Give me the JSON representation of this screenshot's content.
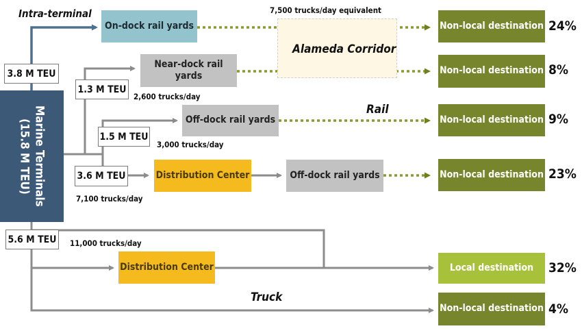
{
  "origin": {
    "label": "Marine Terminals\n(15.8 M TEU)"
  },
  "flows": {
    "intra_terminal": "Intra-terminal",
    "teu_1": "3.8 M TEU",
    "teu_2": "1.3 M TEU",
    "teu_3": "1.5 M TEU",
    "teu_4": "3.6 M TEU",
    "teu_5": "5.6 M TEU"
  },
  "nodes": {
    "on_dock": "On-dock rail yards",
    "near_dock": "Near-dock rail yards",
    "off_dock_1": "Off-dock rail yards",
    "distribution_1": "Distribution Center",
    "off_dock_2": "Off-dock rail yards",
    "distribution_2": "Distribution Center"
  },
  "destinations": [
    {
      "label": "Non-local destination",
      "pct": "24%"
    },
    {
      "label": "Non-local destination",
      "pct": "8%"
    },
    {
      "label": "Non-local destination",
      "pct": "9%"
    },
    {
      "label": "Non-local destination",
      "pct": "23%"
    },
    {
      "label": "Local destination",
      "pct": "32%"
    },
    {
      "label": "Non-local destination",
      "pct": "4%"
    }
  ],
  "truck_labels": {
    "top": "7,500 trucks/day equivalent",
    "near": "2,600 trucks/day",
    "off": "3,000 trucks/day",
    "dist": "7,100 trucks/day",
    "local": "11,000 trucks/day"
  },
  "mode_labels": {
    "corridor": "Alameda Corridor",
    "rail": "Rail",
    "truck": "Truck"
  },
  "colors": {
    "marine": "#3c5a78",
    "rail_yard": "#c2c2c2",
    "on_dock": "#93c3cd",
    "distribution": "#f5bb1e",
    "non_local": "#77862c",
    "local": "#a7c13a",
    "rail_dotted": "#8a9a2e",
    "truck_line": "#8c8c8c",
    "intra_line": "#4f6f8f"
  }
}
